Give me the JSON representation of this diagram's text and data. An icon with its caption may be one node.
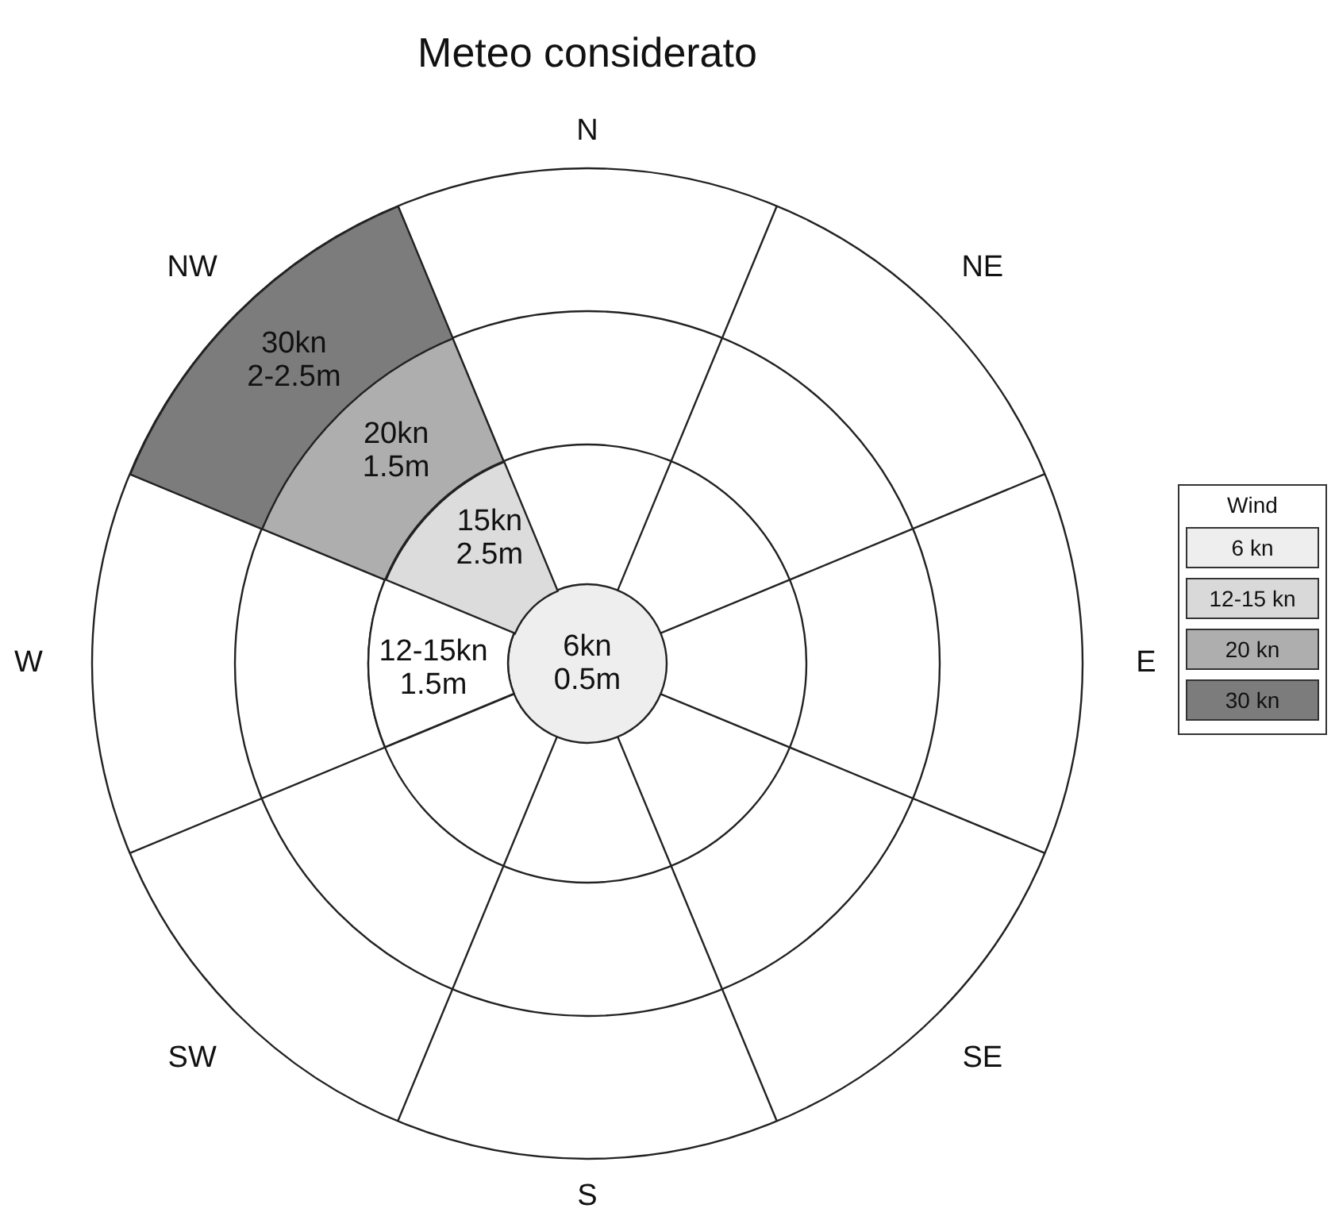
{
  "diagram": {
    "title": "Meteo considerato",
    "nodes": [
      {
        "text": [
          "6kn 0.5m"
        ]
      },
      {
        "text": [
          "15kn 2.5m"
        ]
      },
      {
        "text": [
          "20kn 1.5m"
        ]
      },
      {
        "text": [
          "30kn 2-2.5m"
        ]
      },
      {
        "text": [
          "12-15kn 1.5m"
        ]
      }
    ],
    "labels": [
      "N",
      "NW",
      "NE",
      "W",
      "E",
      "SW",
      "SE",
      "S",
      "Wind"
    ],
    "legend": [
      {
        "text": "6 kn",
        "color": "#eeeeee"
      },
      {
        "text": "12-15 kn",
        "color": "#d9d9d9"
      },
      {
        "text": "20 kn",
        "color": "#aeaeae"
      },
      {
        "text": "30 kn",
        "color": "#7c7c7c"
      }
    ]
  }
}
